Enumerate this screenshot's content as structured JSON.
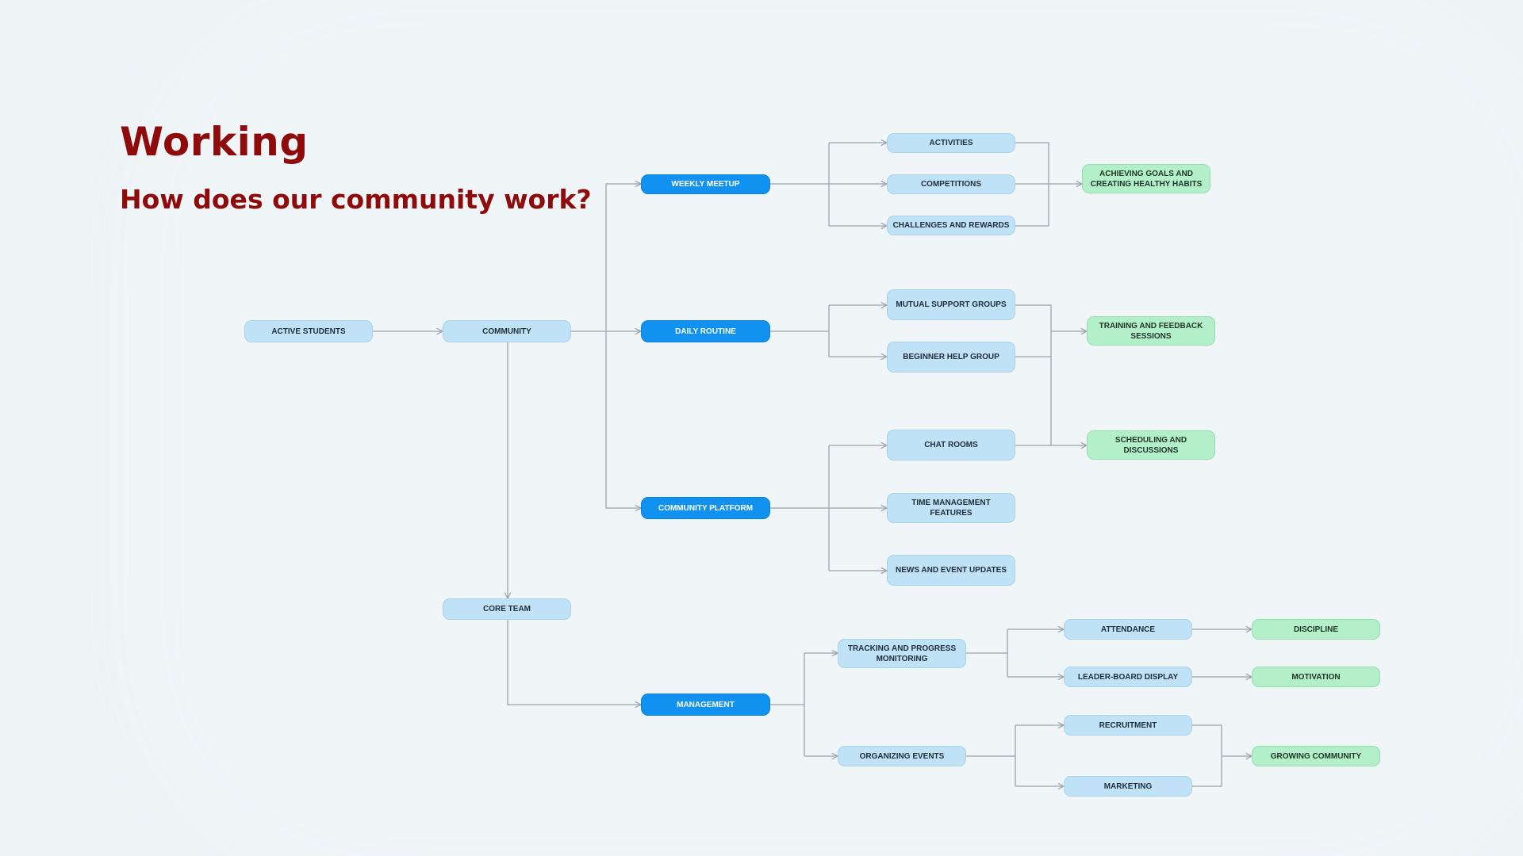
{
  "heading": {
    "title": "Working",
    "subtitle": "How does our community work?"
  },
  "diagram": {
    "nodes": {
      "active_students": "ACTIVE STUDENTS",
      "community": "COMMUNITY",
      "core_team": "CORE TEAM",
      "weekly_meetup": "WEEKLY MEETUP",
      "daily_routine": "DAILY ROUTINE",
      "community_platform": "COMMUNITY PLATFORM",
      "management": "MANAGEMENT",
      "activities": "ACTIVITIES",
      "competitions": "COMPETITIONS",
      "challenges_rewards": "CHALLENGES AND REWARDS",
      "mutual_support": "MUTUAL SUPPORT GROUPS",
      "beginner_help": "BEGINNER HELP GROUP",
      "chat_rooms": "CHAT ROOMS",
      "time_management": "TIME MANAGEMENT FEATURES",
      "news_events": "NEWS AND EVENT UPDATES",
      "tracking_progress": "TRACKING AND PROGRESS MONITORING",
      "organizing_events": "ORGANIZING EVENTS",
      "attendance": "ATTENDANCE",
      "leaderboard": "LEADER-BOARD DISPLAY",
      "recruitment": "RECRUITMENT",
      "marketing": "MARKETING",
      "goals_habits": "ACHIEVING GOALS AND CREATING HEALTHY HABITS",
      "training_feedback": "TRAINING AND FEEDBACK SESSIONS",
      "scheduling": "SCHEDULING AND DISCUSSIONS",
      "discipline": "DISCIPLINE",
      "motivation": "MOTIVATION",
      "growing_community": "GROWING COMMUNITY"
    },
    "colors": {
      "light_node": "#bfe2f6",
      "primary_node": "#1192f0",
      "outcome_node": "#b3f0c9",
      "title": "#8f0b0b",
      "connector": "#9aa5ad"
    }
  }
}
